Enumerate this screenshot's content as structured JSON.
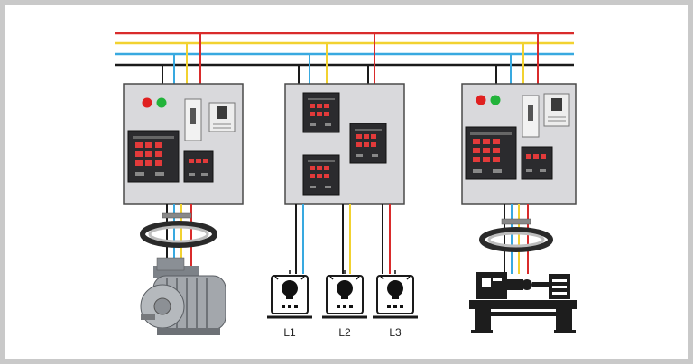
{
  "colors": {
    "phase_red": "#d92b2b",
    "phase_yellow": "#f2d230",
    "phase_blue": "#38a9e0",
    "neutral_black": "#1a1a1a",
    "panel_fill": "#d9d9dc",
    "panel_border": "#4a4a4a",
    "meter_body": "#2b2b2e",
    "meter_digits": "#e23a3a",
    "lamp_red": "#e02020",
    "lamp_green": "#22b33a",
    "frame": "#c9c9c9"
  },
  "panels": [
    {
      "id": "panel-left",
      "icon": "control-panel-icon",
      "indicator_lamps": [
        "red",
        "green"
      ],
      "has_transformer": true,
      "load": "motor-icon"
    },
    {
      "id": "panel-center",
      "icon": "metering-panel-icon",
      "indicator_lamps": [],
      "has_transformer": false,
      "load": "lamp-loads"
    },
    {
      "id": "panel-right",
      "icon": "control-panel-icon",
      "indicator_lamps": [
        "red",
        "green"
      ],
      "has_transformer": true,
      "load": "lathe-machine-icon"
    }
  ],
  "lamps": [
    {
      "label": "L1"
    },
    {
      "label": "L2"
    },
    {
      "label": "L3"
    }
  ]
}
